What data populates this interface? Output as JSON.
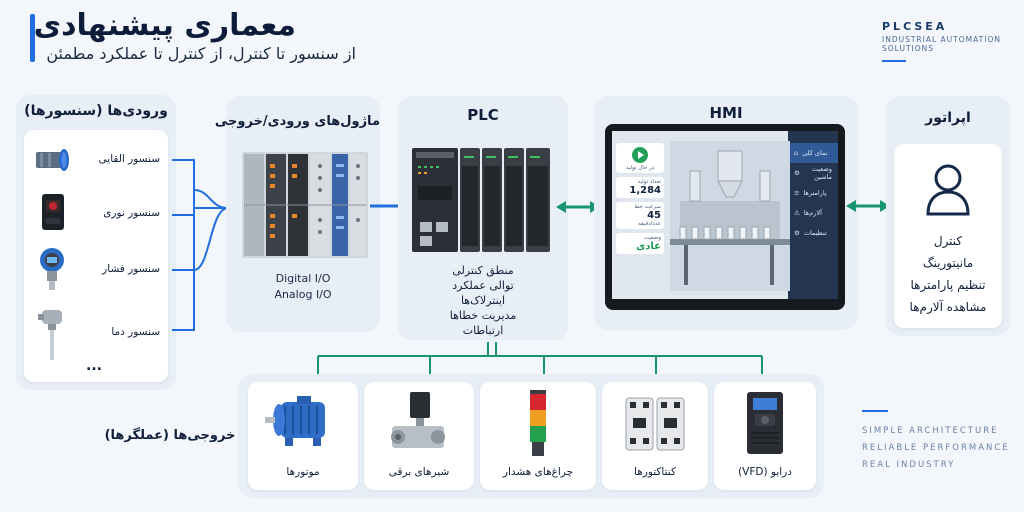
{
  "header": {
    "title": "معماری پیشنهادی",
    "subtitle": "از سنسور تا کنترل، از کنترل تا عملکرد مطمئن"
  },
  "brand": {
    "name": "PLCSEA",
    "tagline": "INDUSTRIAL AUTOMATION SOLUTIONS"
  },
  "inputs": {
    "title": "ورودی‌ها (سنسورها)",
    "items": [
      {
        "label": "سنسور القایی",
        "icon": "inductive-sensor-icon"
      },
      {
        "label": "سنسور نوری",
        "icon": "photo-sensor-icon"
      },
      {
        "label": "سنسور فشار",
        "icon": "pressure-sensor-icon"
      },
      {
        "label": "سنسور دما",
        "icon": "temperature-sensor-icon"
      }
    ],
    "more": "..."
  },
  "io": {
    "title": "ماژول‌های ورودی/خروجی",
    "caption1": "Digital I/O",
    "caption2": "Analog I/O"
  },
  "plc": {
    "title": "PLC",
    "functions": [
      "منطق کنترلی",
      "توالی عملکرد",
      "اینترلاک‌ها",
      "مدیریت خطاها",
      "ارتباطات"
    ]
  },
  "hmi": {
    "title": "HMI",
    "menu": [
      "نمای کلی",
      "وضعیت ماشین",
      "پارامترها",
      "آلارم‌ها",
      "تنظیمات"
    ],
    "stats": [
      {
        "key": "در حال تولید",
        "value": ""
      },
      {
        "key": "تعداد تولید",
        "value": "1,284"
      },
      {
        "key": "سرعت خط",
        "value": "45",
        "unit": "عدد/دقیقه"
      },
      {
        "key": "وضعیت",
        "value": "عادی"
      }
    ]
  },
  "operator": {
    "title": "اپراتور",
    "items": [
      "کنترل",
      "مانیتورینگ",
      "تنظیم پارامترها",
      "مشاهده آلارم‌ها"
    ]
  },
  "outputs": {
    "title": "خروجی‌ها (عملگرها)",
    "items": [
      {
        "label": "موتورها",
        "icon": "motor-icon"
      },
      {
        "label": "شیرهای برقی",
        "icon": "solenoid-valve-icon"
      },
      {
        "label": "چراغ‌های هشدار",
        "icon": "signal-tower-icon"
      },
      {
        "label": "کنتاکتورها",
        "icon": "contactor-icon"
      },
      {
        "label": "درایو (VFD)",
        "icon": "vfd-drive-icon"
      }
    ]
  },
  "taglines": [
    "SIMPLE ARCHITECTURE",
    "RELIABLE PERFORMANCE",
    "REAL INDUSTRY"
  ],
  "colors": {
    "accent": "#1f6fe0",
    "flow": "#17956e",
    "panel": "#e8eef6"
  }
}
